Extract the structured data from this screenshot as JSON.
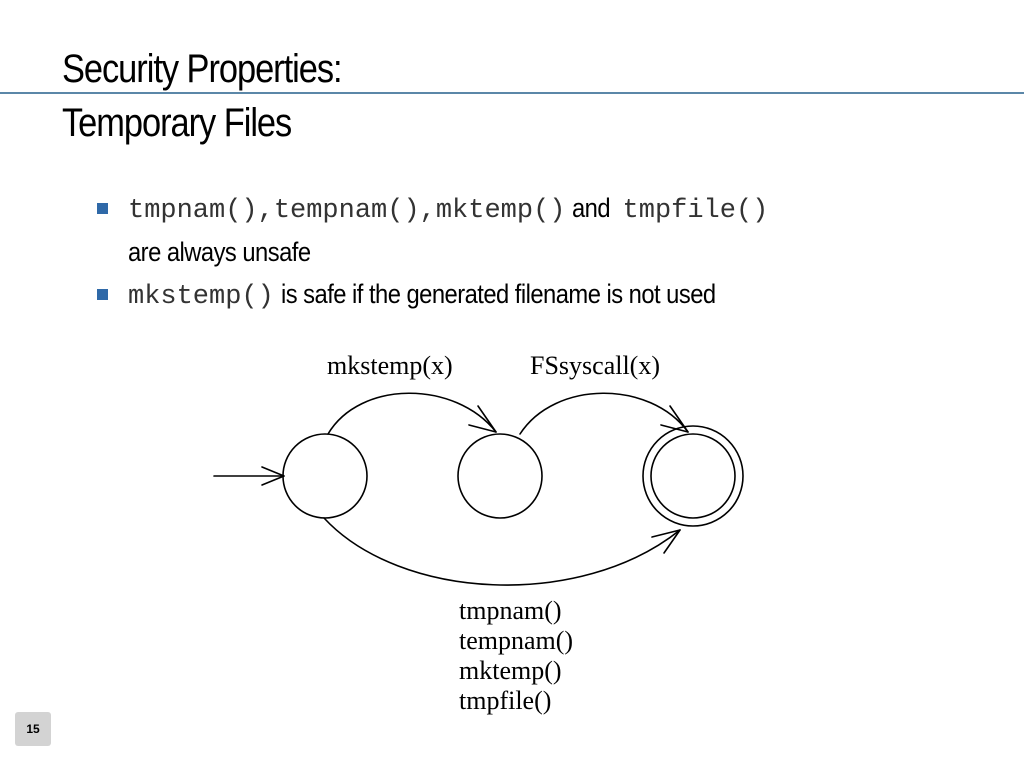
{
  "slide": {
    "title_line1": "Security Properties:",
    "title_line2": "Temporary Files",
    "page_number": "15",
    "accent_color": "#2f69a8",
    "rule_color": "#5b87a8"
  },
  "bullets": [
    {
      "code1": "tmpnam()",
      "sep1": ",",
      "code2": "tempnam()",
      "sep2": ",",
      "code3": "mktemp()",
      "and": "and",
      "code4": "tmpfile()",
      "tail": "are always unsafe"
    },
    {
      "code1": "mkstemp()",
      "tail": "is safe if the generated filename is not used"
    }
  ],
  "diagram": {
    "edge_top_left": "mkstemp(x)",
    "edge_top_right": "FSsyscall(x)",
    "edge_bottom": [
      "tmpnam()",
      "tempnam()",
      "mktemp()",
      "tmpfile()"
    ]
  }
}
